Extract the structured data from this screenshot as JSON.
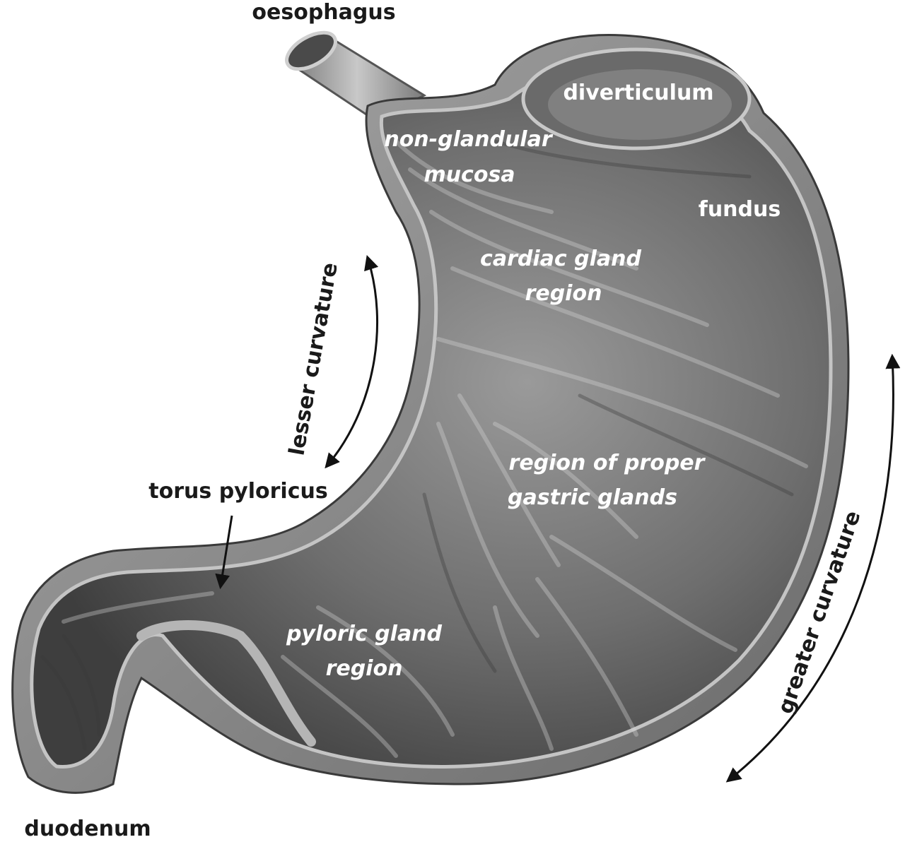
{
  "labels": {
    "oesophagus": "oesophagus",
    "diverticulum": "diverticulum",
    "non_glandular_line1": "non-glandular",
    "non_glandular_line2": "mucosa",
    "fundus": "fundus",
    "cardiac_line1": "cardiac gland",
    "cardiac_line2": "region",
    "lesser_curvature": "lesser curvature",
    "torus_pyloricus": "torus pyloricus",
    "proper_line1": "region of proper",
    "proper_line2": "gastric glands",
    "greater_curvature": "greater curvature",
    "pyloric_line1": "pyloric gland",
    "pyloric_line2": "region",
    "duodenum": "duodenum"
  },
  "colors": {
    "outer_wall": "#8a8a8a",
    "inner_surface": "#5e5e5e",
    "cut_edge": "#b8b8b8",
    "text_dark": "#1a1a1a",
    "text_light": "#ffffff"
  }
}
